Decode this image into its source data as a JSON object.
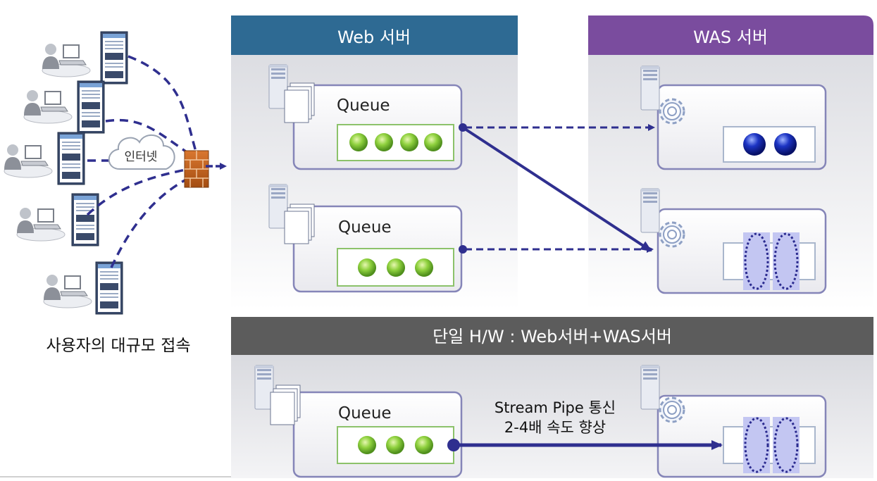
{
  "left": {
    "internet_label": "인터넷",
    "caption": "사용자의 대규모 접속"
  },
  "web_panel": {
    "title": "Web 서버",
    "queue1_label": "Queue",
    "queue2_label": "Queue"
  },
  "was_panel": {
    "title": "WAS 서버"
  },
  "bottom_panel": {
    "title": "단일 H/W : Web서버+WAS서버",
    "queue_label": "Queue",
    "pipe_line1": "Stream Pipe 통신",
    "pipe_line2": "2-4배 속도 향상"
  },
  "colors": {
    "web_header": "#2e6a93",
    "was_header": "#7a4c9e",
    "bottom_header": "#5c5c5c",
    "arrow": "#2f2f8f",
    "green_ball": "#7fc23a",
    "blue_ball": "#1b2fa8",
    "box_border": "#8585b8"
  }
}
